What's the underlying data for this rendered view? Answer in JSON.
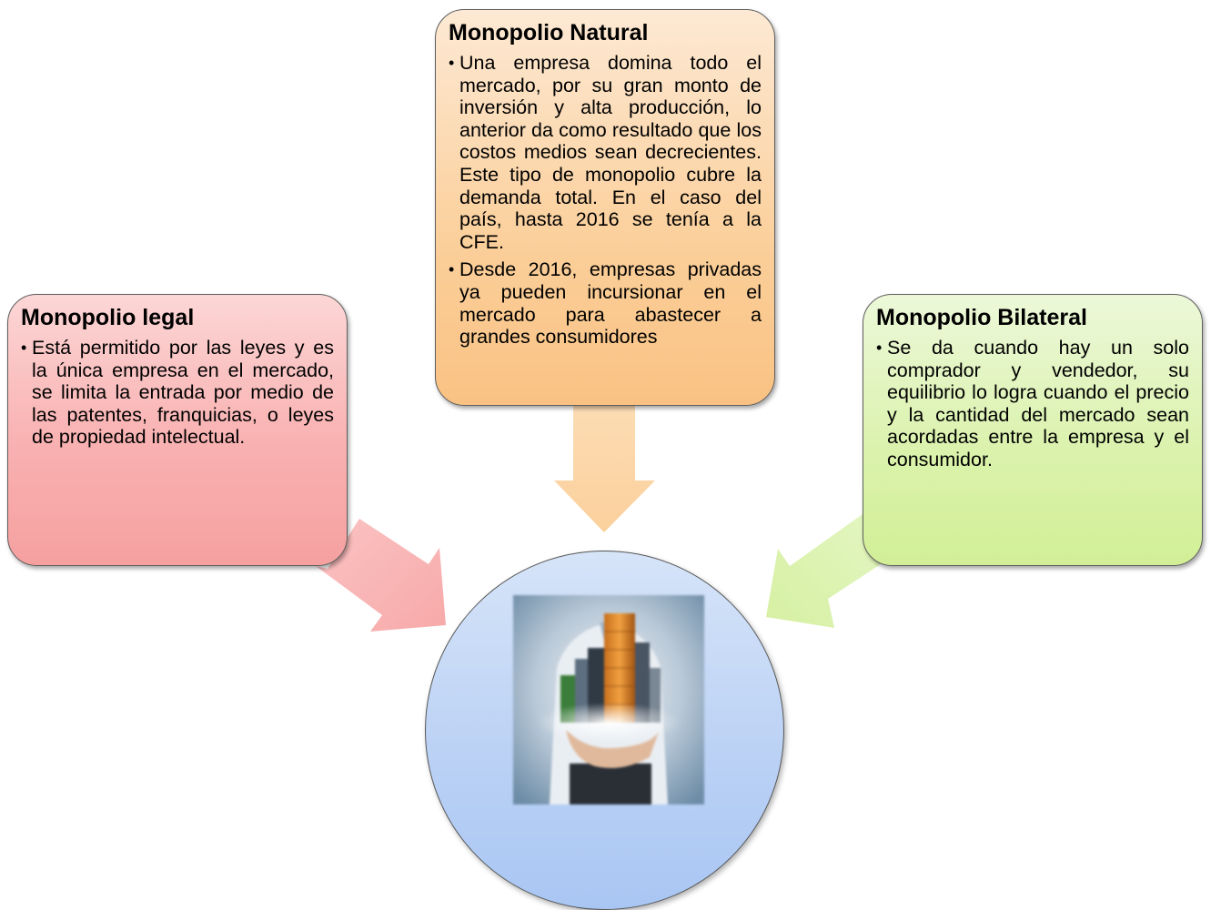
{
  "boxes": {
    "legal": {
      "title": "Monopolio legal",
      "bullets": [
        "Está permitido por las leyes y es la única empresa en el mercado, se limita la entrada por medio de las patentes, franquicias, o leyes de propiedad intelectual."
      ]
    },
    "natural": {
      "title": "Monopolio Natural",
      "bullets": [
        "Una empresa domina todo el mercado, por su gran monto de inversión y alta producción, lo anterior da como resultado que los costos medios sean decrecientes. Este tipo de monopolio cubre la demanda total. En el caso del país, hasta 2016 se tenía a la CFE.",
        "Desde 2016, empresas privadas ya pueden incursionar en el mercado para abastecer a grandes consumidores"
      ]
    },
    "bilateral": {
      "title": "Monopolio Bilateral",
      "bullets": [
        "Se da cuando hay un solo comprador y vendedor, su equilibrio lo logra cuando el precio y la cantidad del mercado sean acordadas entre la empresa y el consumidor."
      ]
    }
  },
  "colors": {
    "legal": "#f6a0a0",
    "natural": "#f9c283",
    "bilateral": "#d2ef97",
    "center": "#a9c6f3"
  },
  "center": {
    "icon": "businessman-holding-city-image"
  }
}
